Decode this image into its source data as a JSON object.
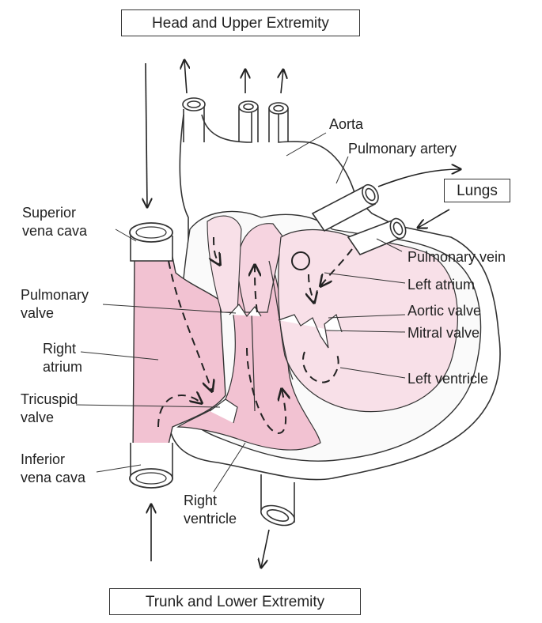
{
  "boxes": {
    "head": "Head and Upper Extremity",
    "trunk": "Trunk and Lower Extremity",
    "lungs": "Lungs"
  },
  "labels": {
    "aorta": "Aorta",
    "pulmonary_artery": "Pulmonary artery",
    "superior_vena_cava": [
      "Superior",
      "vena cava"
    ],
    "pulmonary_vein": "Pulmonary vein",
    "left_atrium": "Left atrium",
    "pulmonary_valve": [
      "Pulmonary",
      "valve"
    ],
    "aortic_valve": "Aortic valve",
    "mitral_valve": "Mitral valve",
    "right_atrium": [
      "Right",
      "atrium"
    ],
    "left_ventricle": "Left ventricle",
    "tricuspid_valve": [
      "Tricuspid",
      "valve"
    ],
    "inferior_vena_cava": [
      "Inferior",
      "vena cava"
    ],
    "right_ventricle": [
      "Right",
      "ventricle"
    ]
  },
  "colors": {
    "blood_chamber": "#f2c2d2",
    "blood_light": "#f8e0e8",
    "outline": "#333333"
  }
}
